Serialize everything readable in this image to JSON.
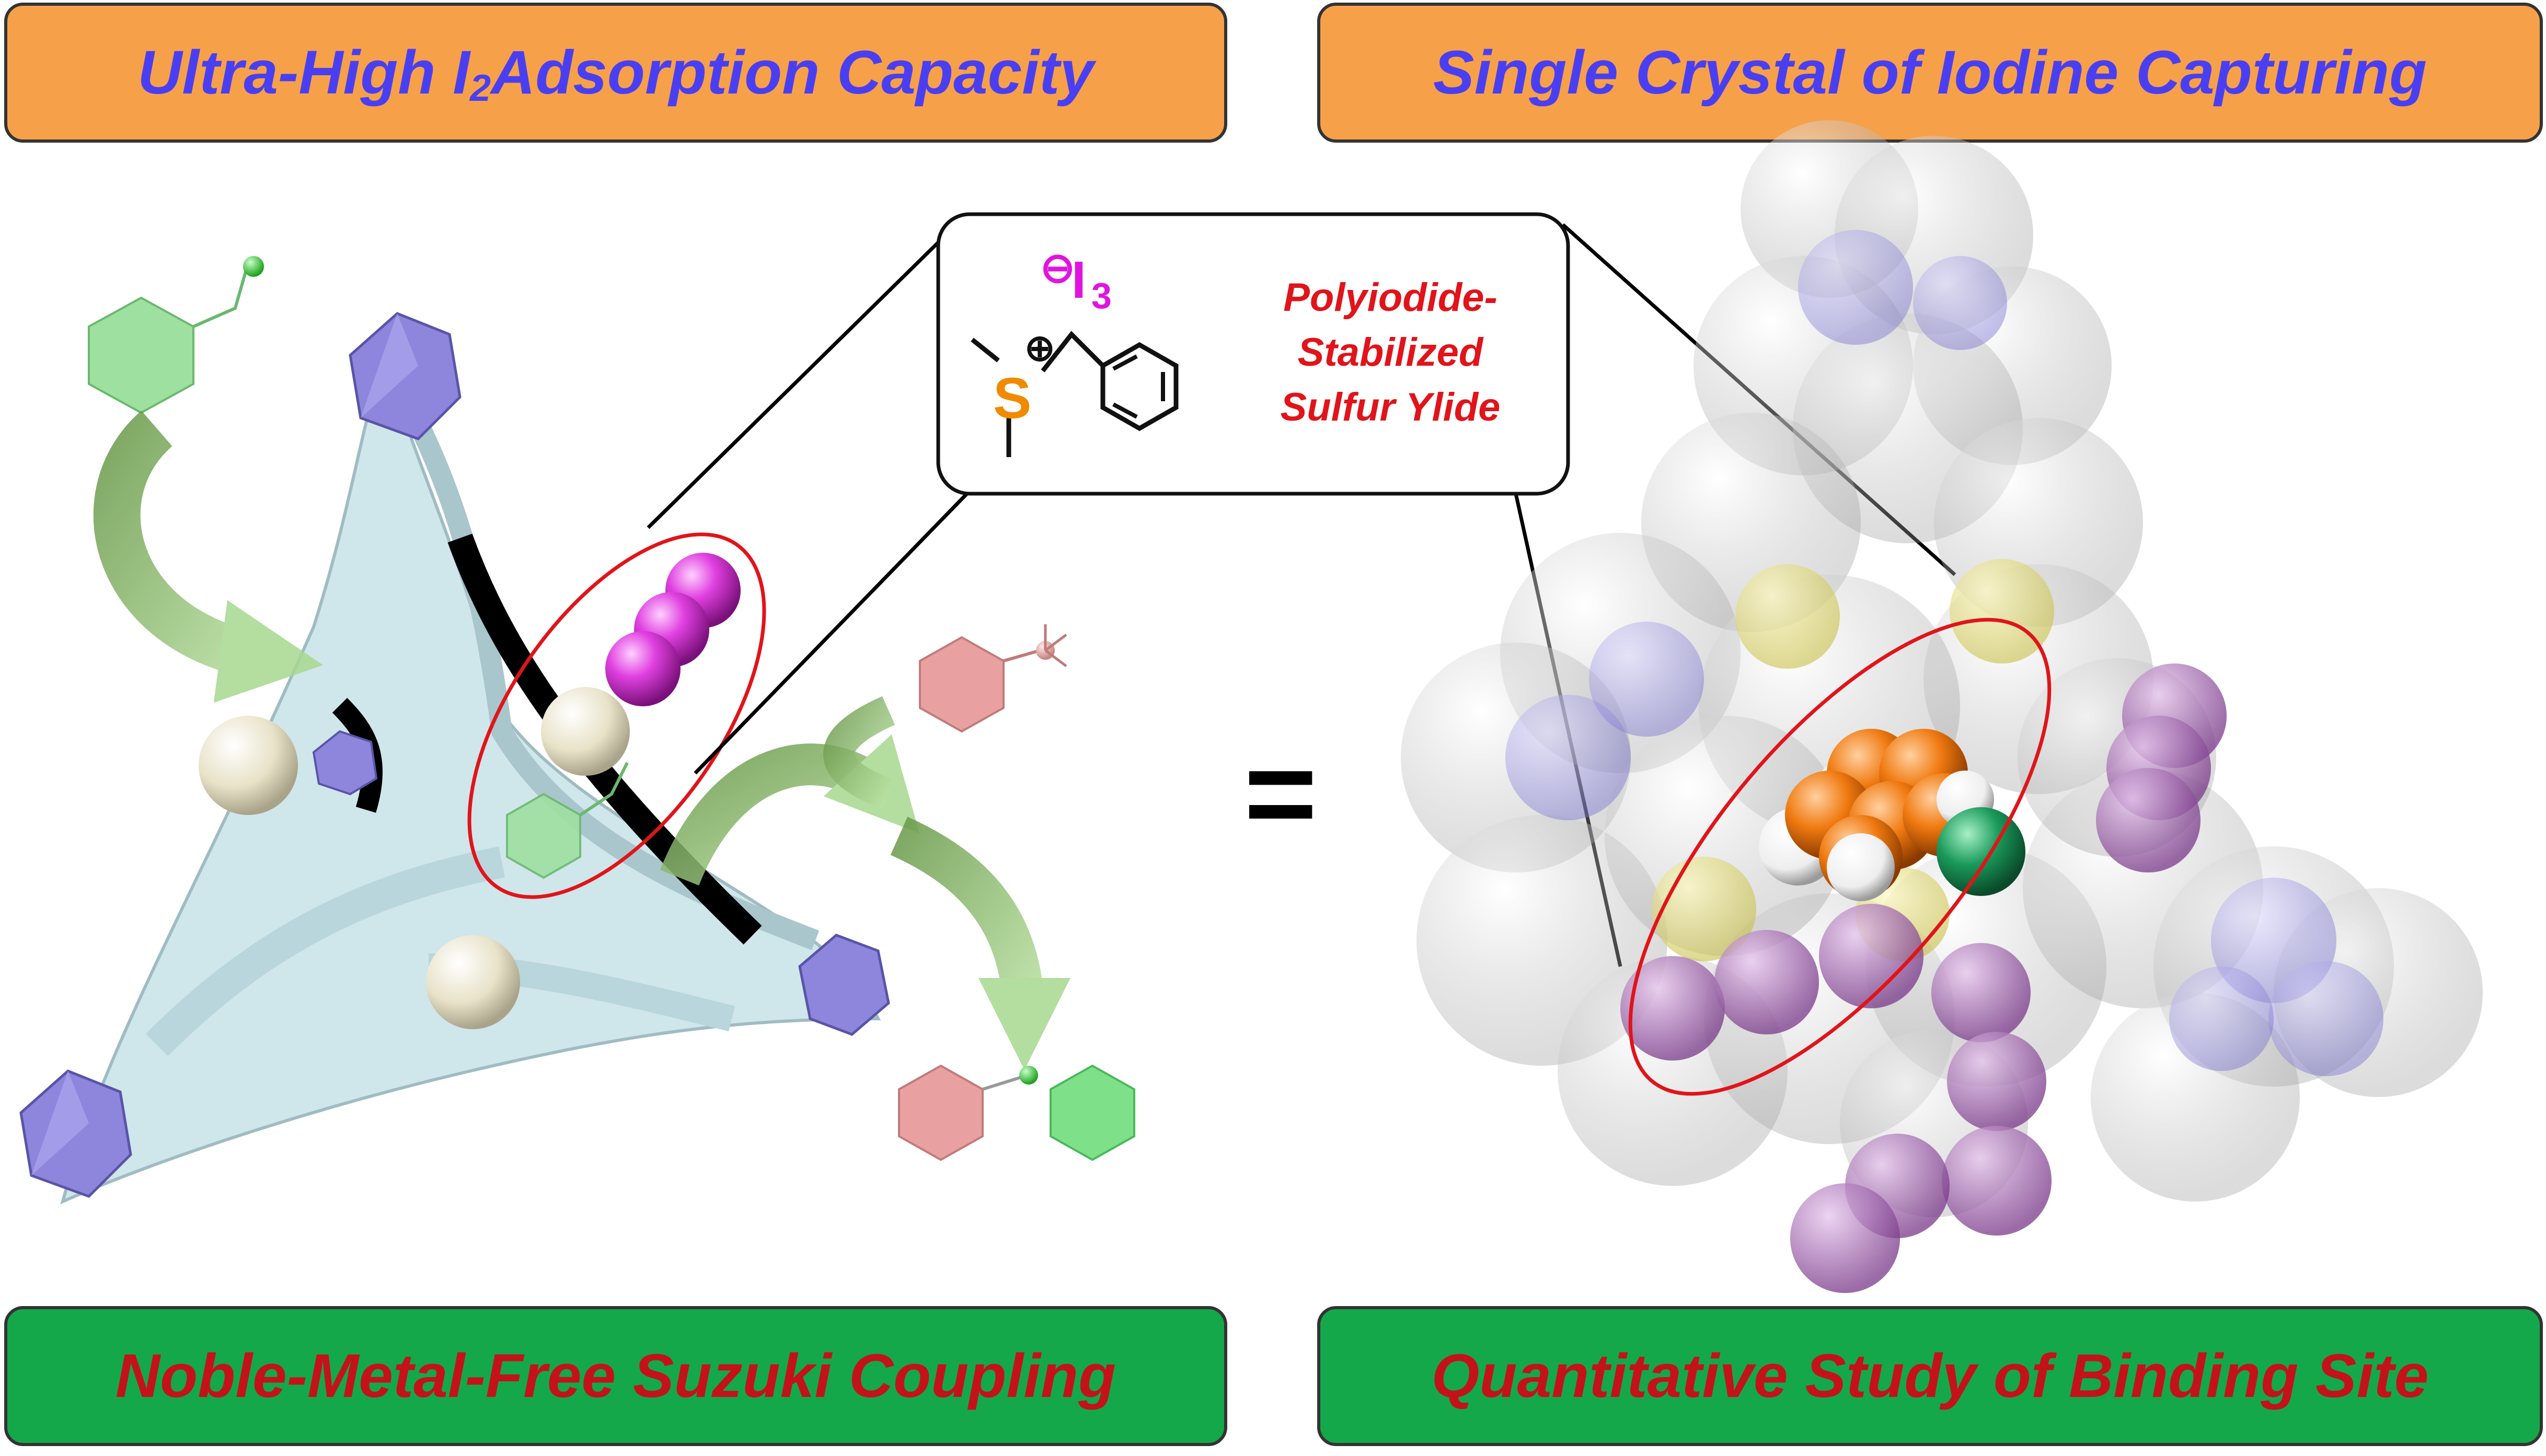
{
  "banners": {
    "top_left": {
      "text_main": "Ultra-High I",
      "text_sub": "2",
      "text_tail": " Adsorption Capacity"
    },
    "top_right": "Single Crystal of Iodine Capturing",
    "bottom_left": "Noble-Metal-Free Suzuki Coupling",
    "bottom_right": "Quantitative Study of Binding Site"
  },
  "inset": {
    "anion_charge": "⊖",
    "anion_label": "I",
    "anion_sub": "3",
    "sulfur": "S",
    "cation_charge": "⊕",
    "caption_lines": [
      "Polyiodide-",
      "Stabilized",
      "Sulfur Ylide"
    ]
  },
  "equals_sign": "=",
  "colors": {
    "banner_orange": "#f7a04a",
    "banner_green": "#14a84a",
    "title_blue": "#4a3ff0",
    "title_red": "#c4121a",
    "iodine_magenta": "#e040e0",
    "sulfur_orange": "#f08a00",
    "framework_blue": "#cfe6ea",
    "node_purple": "#8d86dc"
  }
}
